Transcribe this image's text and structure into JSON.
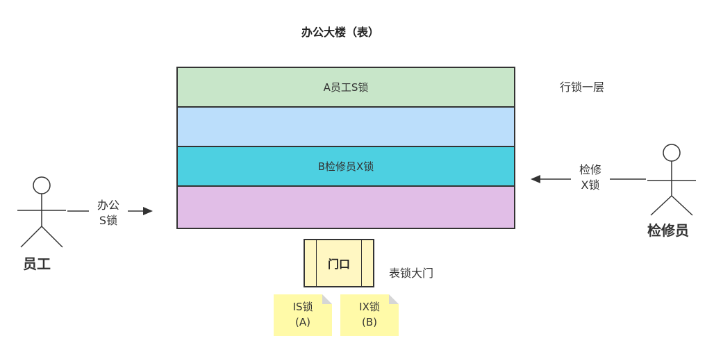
{
  "title": "办公大楼（表）",
  "floors": [
    {
      "label": "A员工S锁",
      "color": "#c8e6c9"
    },
    {
      "label": "",
      "color": "#bbdefb"
    },
    {
      "label": "B检修员X锁",
      "color": "#4dd0e1"
    },
    {
      "label": "",
      "color": "#e1bee7"
    }
  ],
  "row_lock_label": "行锁一层",
  "employee": {
    "name": "员工",
    "arrow_line1": "办公",
    "arrow_line2": "S锁"
  },
  "repairman": {
    "name": "检修员",
    "arrow_line1": "检修",
    "arrow_line2": "X锁"
  },
  "door": {
    "label": "门口",
    "caption": "表锁大门",
    "color": "#fff7c2"
  },
  "notes": [
    {
      "line1": "IS锁",
      "line2": "(A)",
      "color": "#fffaa8"
    },
    {
      "line1": "IX锁",
      "line2": "(B)",
      "color": "#fffaa8"
    }
  ]
}
